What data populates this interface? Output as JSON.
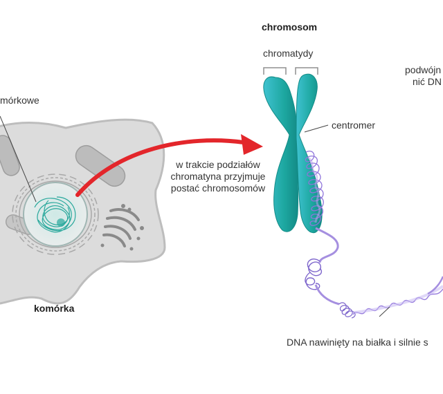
{
  "labels": {
    "nucleus_label": "mórkowe",
    "cell_label": "komórka",
    "chromosome_title": "chromosom",
    "chromatids_label": "chromatydy",
    "centromere_label": "centromer",
    "arrow_caption": [
      "w trakcie podziałów",
      "chromatyna przyjmuje",
      "postać chromosomów"
    ],
    "double_helix_label": [
      "podwójn",
      "nić DN"
    ],
    "dna_label": "DNA nawinięty na białka i silnie s"
  },
  "colors": {
    "cell_fill": "#dcdcdc",
    "cell_outline": "#bdbdbd",
    "chromosome": "#1da7a0",
    "chromosome_highlight": "#3fc2d0",
    "dna_coil": "#a58fe0",
    "dna_outline": "#6f56c0",
    "arrow": "#e3262b",
    "nucleus_chromatin": "#2aa89c"
  }
}
